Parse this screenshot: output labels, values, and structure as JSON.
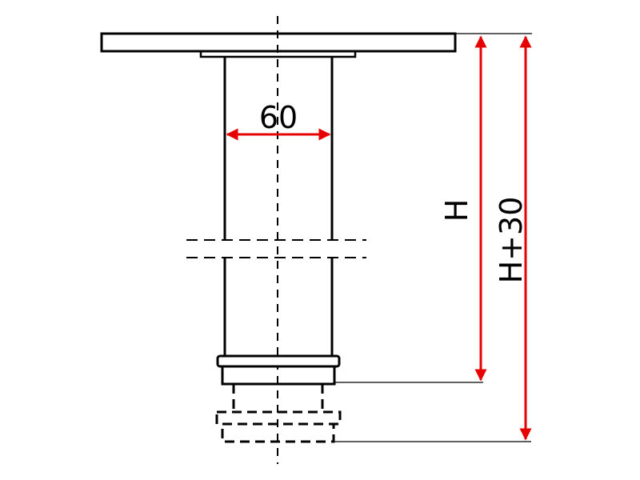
{
  "labels": {
    "diameter": "60",
    "height": "H",
    "total_height": "H+30"
  },
  "colors": {
    "dimension": "#e60000",
    "outline": "#000000"
  }
}
